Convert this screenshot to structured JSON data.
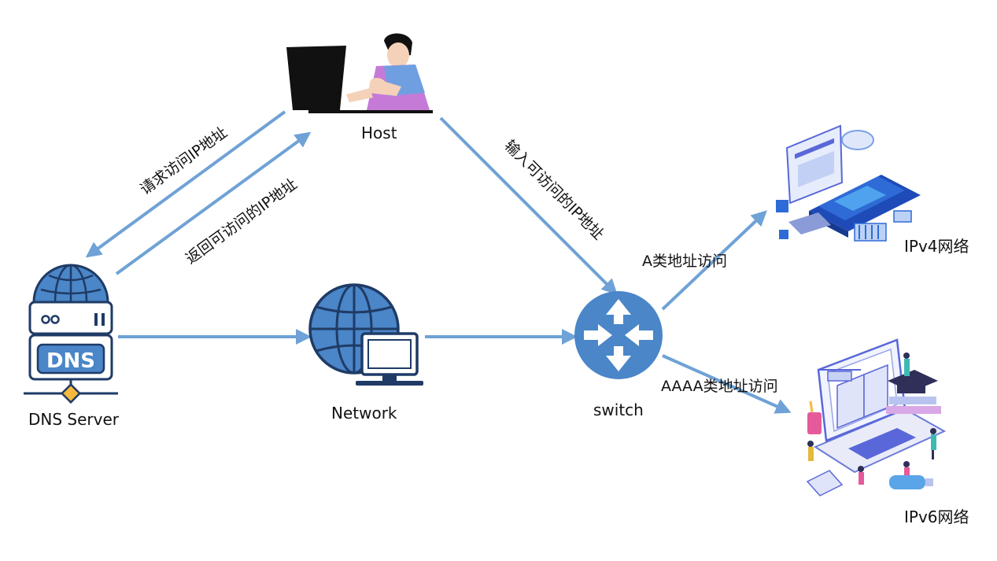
{
  "colors": {
    "link": "#6fa2d6",
    "primary": "#4a86c8",
    "dark": "#1f3b66",
    "accent": "#f6b93b"
  },
  "nodes": {
    "host": "Host",
    "dns": "DNS Server",
    "dns_box_text": "DNS",
    "network": "Network",
    "switch": "switch",
    "ipv4": "IPv4网络",
    "ipv6": "IPv6网络"
  },
  "edges": {
    "request": "请求访问IP地址",
    "response": "返回可访问的IP地址",
    "input": "输入可访问的IP地址",
    "a_record": "A类地址访问",
    "aaaa_record": "AAAA类地址访问"
  },
  "icons": {
    "host": "person-at-computer-illustration",
    "dns": "dns-server-icon",
    "network": "globe-with-monitor-icon",
    "switch": "switch-arrows-icon",
    "ipv4": "data-center-illustration",
    "ipv6": "laptop-education-illustration"
  }
}
